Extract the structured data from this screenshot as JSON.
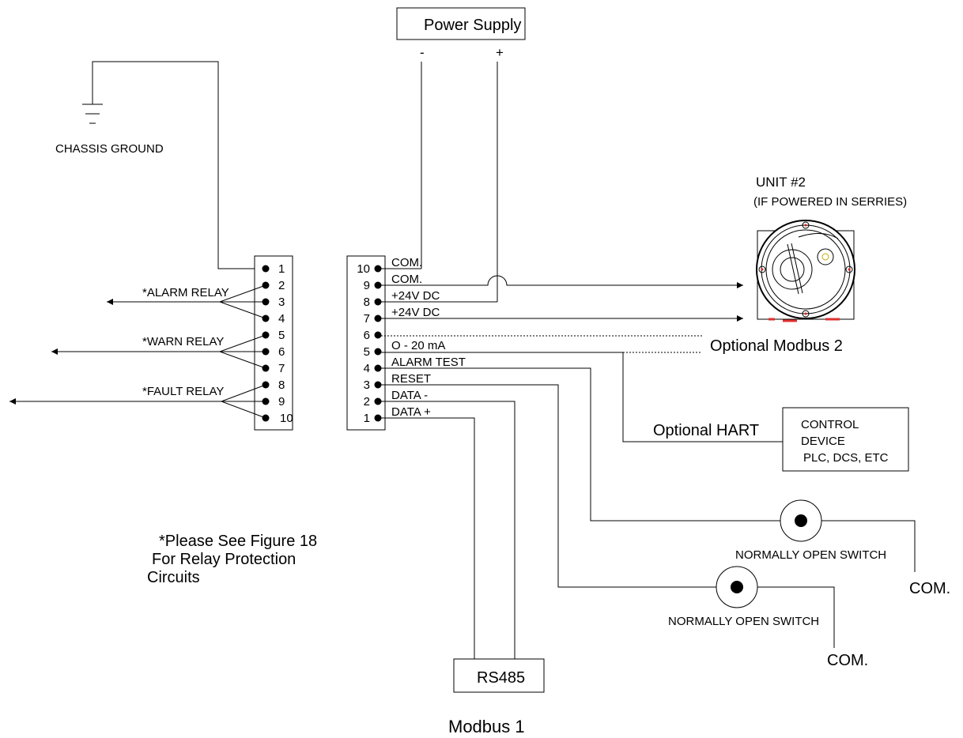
{
  "power_supply": {
    "label": "Power Supply",
    "minus": "-",
    "plus": "+"
  },
  "chassis_ground": "CHASSIS GROUND",
  "unit2": {
    "title": "UNIT #2",
    "subtitle": "(IF POWERED IN SERRIES)"
  },
  "optional_modbus2": "Optional Modbus 2",
  "optional_hart": "Optional HART",
  "control_device": {
    "line1": "CONTROL",
    "line2": "DEVICE",
    "line3": "PLC, DCS, ETC"
  },
  "rs485": "RS485",
  "modbus1": "Modbus 1",
  "switches": {
    "label_upper": "NORMALLY OPEN SWITCH",
    "label_lower": "NORMALLY OPEN SWITCH"
  },
  "com_labels": {
    "upper": "COM.",
    "lower": "COM."
  },
  "note": {
    "line1": "*Please See Figure 18",
    "line2": "For Relay Protecti",
    "line2_tail": "on",
    "line3": "Circuits"
  },
  "relays": {
    "alarm": "*ALARM  RELAY",
    "warn": "*WARN  RELAY",
    "fault": "*FAULT  RELAY"
  },
  "left_block_pins": [
    "1",
    "2",
    "3",
    "4",
    "5",
    "6",
    "7",
    "8",
    "9",
    "10"
  ],
  "right_block_pins": [
    "10",
    "9",
    "8",
    "7",
    "6",
    "5",
    "4",
    "3",
    "2",
    "1"
  ],
  "right_block_signals": [
    "COM.",
    "COM.",
    "+24V DC",
    "+24V DC",
    "",
    "O - 20 mA",
    "ALARM TEST",
    "RESET",
    "DATA -",
    "DATA +"
  ]
}
